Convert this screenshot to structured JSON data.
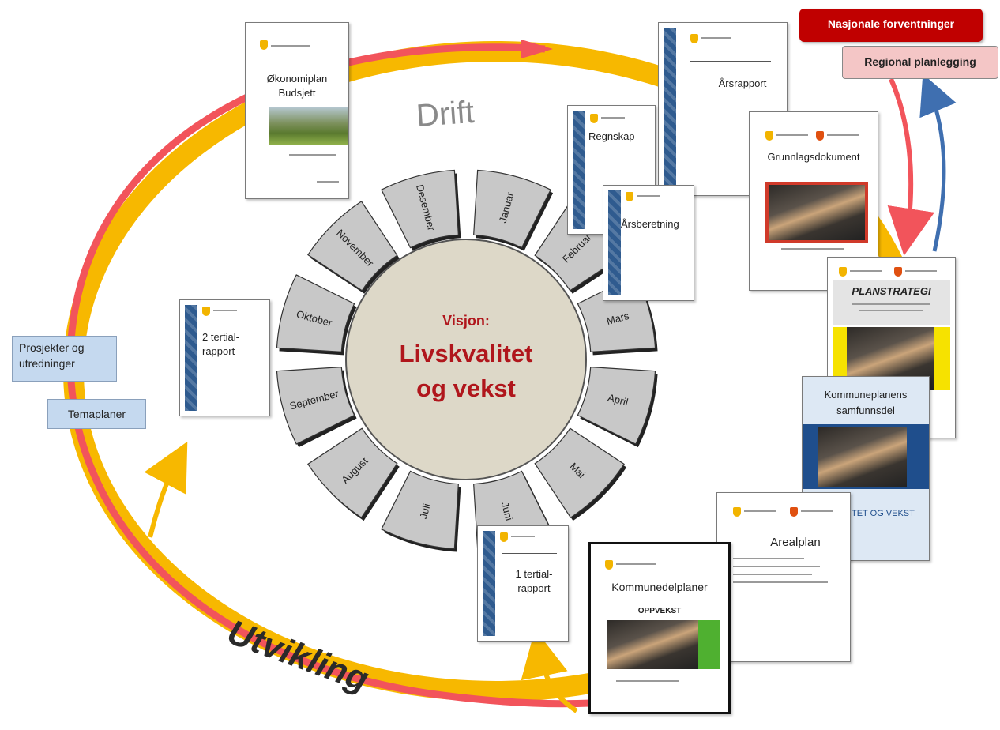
{
  "center": {
    "vision_label": "Visjon:",
    "line1": "Livskvalitet",
    "line2": "og vekst"
  },
  "months": [
    "Januar",
    "Februar",
    "Mars",
    "April",
    "Mai",
    "Juni",
    "Juli",
    "August",
    "September",
    "Oktober",
    "November",
    "Desember"
  ],
  "cycle_labels": {
    "drift": "Drift",
    "utvikling": "Utvikling"
  },
  "side_labels": {
    "nasjonale": "Nasjonale forventninger",
    "regional": "Regional planlegging",
    "prosjekter": "Prosjekter og utredninger",
    "temaplaner": "Temaplaner"
  },
  "documents": {
    "okonomiplan": {
      "title1": "Økonomiplan",
      "title2": "Budsjett"
    },
    "arsrapport": {
      "title": "Årsrapport"
    },
    "regnskap": {
      "title": "Regnskap"
    },
    "arsberetning": {
      "title": "Årsberetning"
    },
    "grunnlag": {
      "title": "Grunnlagsdokument"
    },
    "planstrategi": {
      "title": "PLANSTRATEGI"
    },
    "samfunnsdel": {
      "title1": "Kommuneplanens",
      "title2": "samfunnsdel",
      "footer": "TET OG VEKST"
    },
    "arealplan": {
      "title": "Arealplan"
    },
    "kommunedel": {
      "title": "Kommunedelplaner",
      "sub": "OPPVEKST"
    },
    "tertial1": {
      "title1": "1 tertial-",
      "title2": "rapport"
    },
    "tertial2": {
      "title1": "2 tertial-",
      "title2": "rapport"
    }
  },
  "colors": {
    "yellow_ring": "#f7b800",
    "red_ring": "#f2545b",
    "blue_arrow": "#3f6fb0",
    "segment_fill": "#c8c8c8",
    "center_fill": "#ddd8c8",
    "center_text": "#b0161c",
    "red_box": "#c00000",
    "pink_box": "#f4c6c6",
    "blue_box": "#c5d9ef"
  }
}
